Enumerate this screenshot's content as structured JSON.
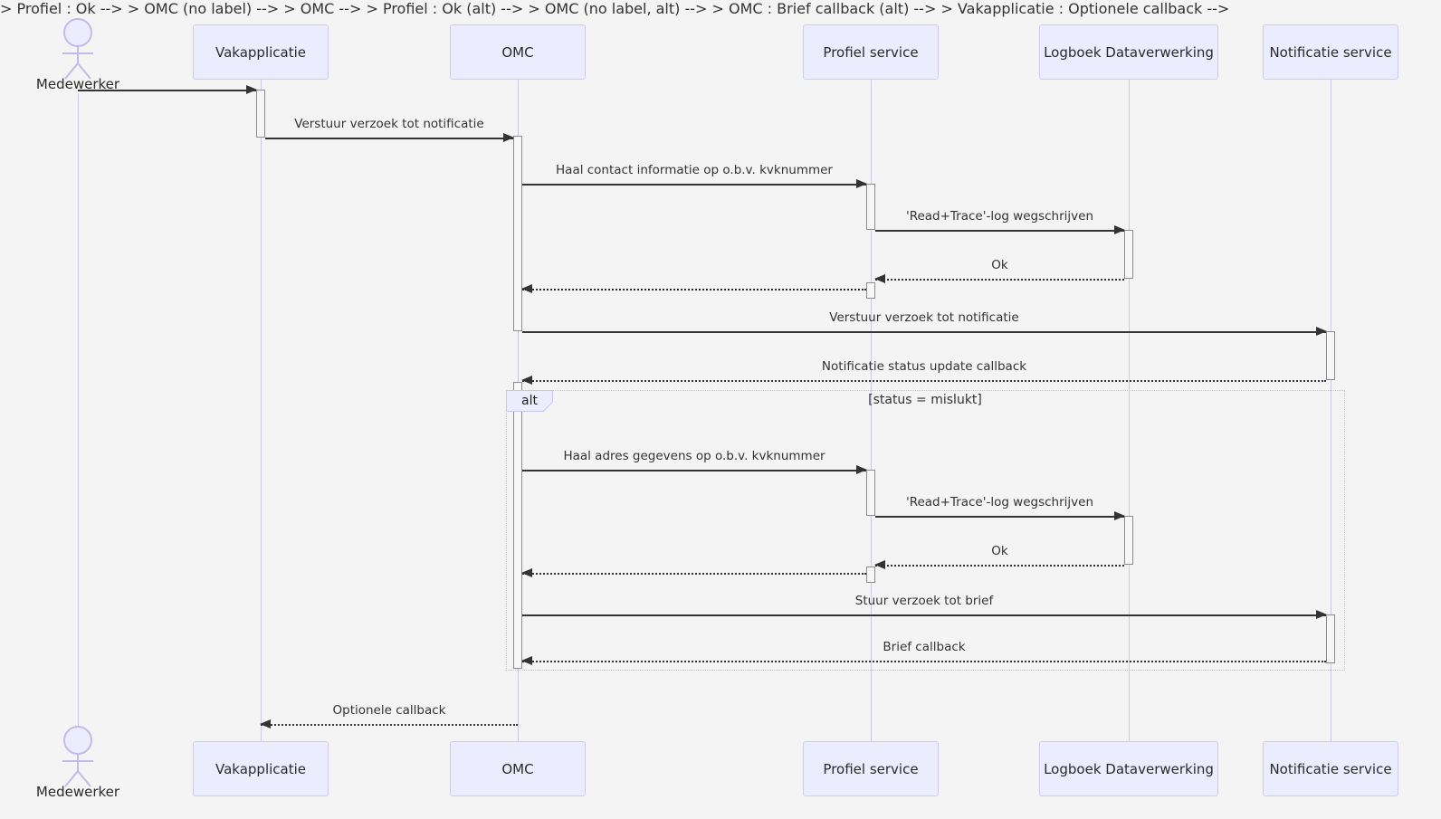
{
  "diagram": {
    "type": "sequence-diagram",
    "actor": {
      "name": "Medewerker"
    },
    "participants": [
      {
        "label": "Vakapplicatie"
      },
      {
        "label": "OMC"
      },
      {
        "label": "Profiel service"
      },
      {
        "label": "Logboek Dataverwerking"
      },
      {
        "label": "Notificatie service"
      }
    ],
    "messages": [
      {
        "from": "Medewerker",
        "to": "Vakapplicatie",
        "text": "",
        "style": "solid"
      },
      {
        "from": "Vakapplicatie",
        "to": "OMC",
        "text": "Verstuur verzoek tot notificatie",
        "style": "solid"
      },
      {
        "from": "OMC",
        "to": "Profiel service",
        "text": "Haal contact informatie op o.b.v. kvknummer",
        "style": "solid"
      },
      {
        "from": "Profiel service",
        "to": "Logboek Dataverwerking",
        "text": "'Read+Trace'-log wegschrijven",
        "style": "solid"
      },
      {
        "from": "Logboek Dataverwerking",
        "to": "Profiel service",
        "text": "Ok",
        "style": "dotted"
      },
      {
        "from": "Profiel service",
        "to": "OMC",
        "text": "",
        "style": "dotted"
      },
      {
        "from": "OMC",
        "to": "Notificatie service",
        "text": "Verstuur verzoek tot notificatie",
        "style": "solid"
      },
      {
        "from": "Notificatie service",
        "to": "OMC",
        "text": "Notificatie status update callback",
        "style": "dotted"
      },
      {
        "from": "OMC",
        "to": "Profiel service",
        "text": "Haal adres gegevens op o.b.v. kvknummer",
        "style": "solid"
      },
      {
        "from": "Profiel service",
        "to": "Logboek Dataverwerking",
        "text": "'Read+Trace'-log wegschrijven",
        "style": "solid"
      },
      {
        "from": "Logboek Dataverwerking",
        "to": "Profiel service",
        "text": "Ok",
        "style": "dotted"
      },
      {
        "from": "Profiel service",
        "to": "OMC",
        "text": "",
        "style": "dotted"
      },
      {
        "from": "OMC",
        "to": "Notificatie service",
        "text": "Stuur verzoek tot brief",
        "style": "solid"
      },
      {
        "from": "Notificatie service",
        "to": "OMC",
        "text": "Brief callback",
        "style": "dotted"
      },
      {
        "from": "OMC",
        "to": "Vakapplicatie",
        "text": "Optionele callback",
        "style": "dotted"
      }
    ],
    "alt": {
      "keyword": "alt",
      "condition": "[status = mislukt]"
    },
    "colors": {
      "background": "#f4f4f4",
      "participant_fill": "#ECECFF",
      "participant_border": "#cfcbf0",
      "lifeline": "#ccc8ec",
      "activation_fill": "#f7f7f7",
      "activation_border": "#8c8c8c",
      "message_line": "#333333",
      "text": "#333333"
    }
  }
}
